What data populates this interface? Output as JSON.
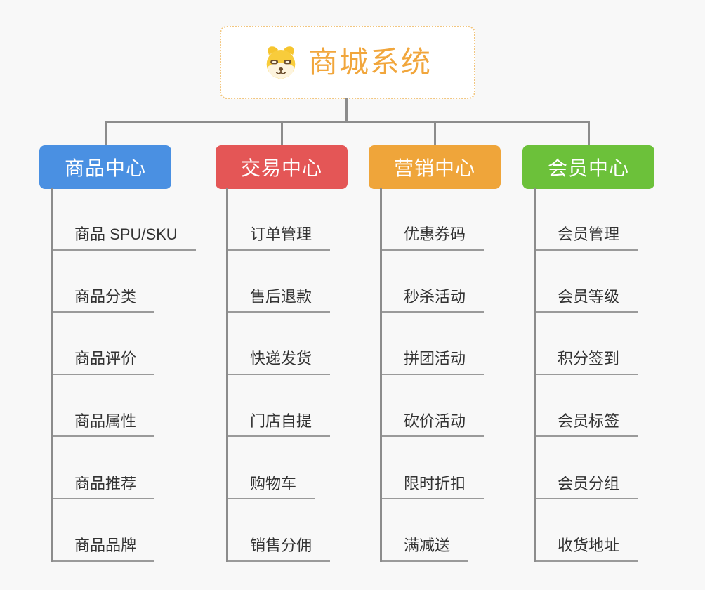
{
  "root": {
    "title": "商城系统",
    "icon": "doge-icon",
    "title_color": "#f1a63c",
    "border_color": "#f2c67f"
  },
  "connector_color": "#8c8c8c",
  "branches": [
    {
      "label": "商品中心",
      "color": "#4a90e2",
      "children": [
        "商品 SPU/SKU",
        "商品分类",
        "商品评价",
        "商品属性",
        "商品推荐",
        "商品品牌"
      ]
    },
    {
      "label": "交易中心",
      "color": "#e45656",
      "children": [
        "订单管理",
        "售后退款",
        "快递发货",
        "门店自提",
        "购物车",
        "销售分佣"
      ]
    },
    {
      "label": "营销中心",
      "color": "#efa53a",
      "children": [
        "优惠券码",
        "秒杀活动",
        "拼团活动",
        "砍价活动",
        "限时折扣",
        "满减送"
      ]
    },
    {
      "label": "会员中心",
      "color": "#6cc13a",
      "children": [
        "会员管理",
        "会员等级",
        "积分签到",
        "会员标签",
        "会员分组",
        "收货地址"
      ]
    }
  ]
}
